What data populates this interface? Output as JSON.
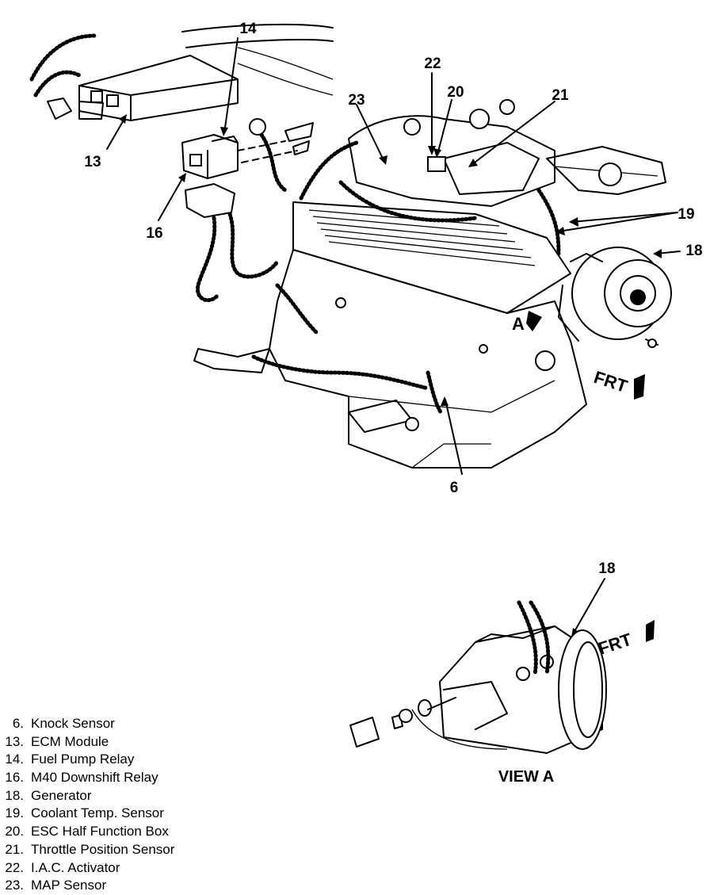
{
  "callouts": [
    {
      "id": "6",
      "text": "6"
    },
    {
      "id": "13",
      "text": "13"
    },
    {
      "id": "14",
      "text": "14"
    },
    {
      "id": "16",
      "text": "16"
    },
    {
      "id": "18",
      "text": "18"
    },
    {
      "id": "18b",
      "text": "18"
    },
    {
      "id": "19",
      "text": "19"
    },
    {
      "id": "20",
      "text": "20"
    },
    {
      "id": "21",
      "text": "21"
    },
    {
      "id": "22",
      "text": "22"
    },
    {
      "id": "23",
      "text": "23"
    }
  ],
  "direction_labels": {
    "a_marker": "A",
    "frt_main": "FRT",
    "frt_view": "FRT"
  },
  "view_a_label": "VIEW A",
  "legend": [
    {
      "num": "6.",
      "label": "Knock Sensor"
    },
    {
      "num": "13.",
      "label": "ECM Module"
    },
    {
      "num": "14.",
      "label": "Fuel Pump Relay"
    },
    {
      "num": "16.",
      "label": "M40 Downshift Relay"
    },
    {
      "num": "18.",
      "label": "Generator"
    },
    {
      "num": "19.",
      "label": "Coolant Temp. Sensor"
    },
    {
      "num": "20.",
      "label": "ESC Half Function Box"
    },
    {
      "num": "21.",
      "label": "Throttle Position Sensor"
    },
    {
      "num": "22.",
      "label": "I.A.C. Activator"
    },
    {
      "num": "23.",
      "label": "MAP Sensor"
    }
  ]
}
